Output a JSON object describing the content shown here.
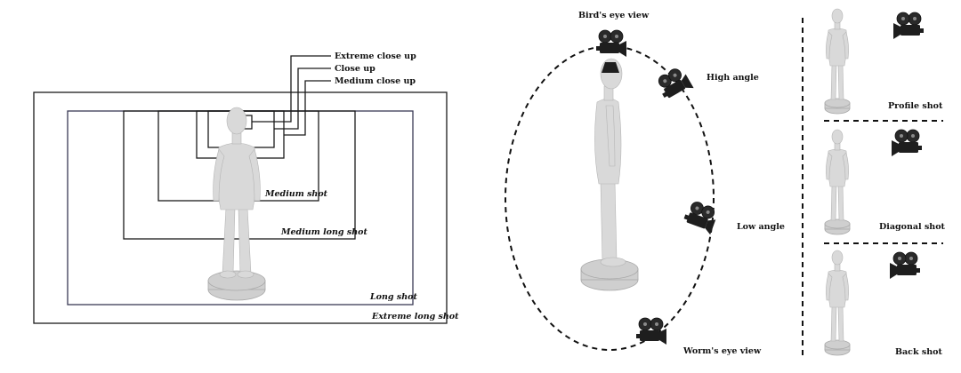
{
  "shot_sizes": {
    "extreme_close_up": "Extreme close up",
    "close_up": "Close up",
    "medium_close_up": "Medium close up",
    "medium_shot": "Medium shot",
    "medium_long_shot": "Medium long shot",
    "long_shot": "Long shot",
    "extreme_long_shot": "Extreme long shot"
  },
  "camera_angles": {
    "birds_eye_view": "Bird's eye view",
    "high_angle": "High angle",
    "low_angle": "Low angle",
    "worms_eye_view": "Worm's eye view"
  },
  "shot_positions": {
    "profile_shot": "Profile shot",
    "diagonal_shot": "Diagonal shot",
    "back_shot": "Back shot"
  },
  "icons": [
    "figure-icon",
    "camera-icon"
  ]
}
